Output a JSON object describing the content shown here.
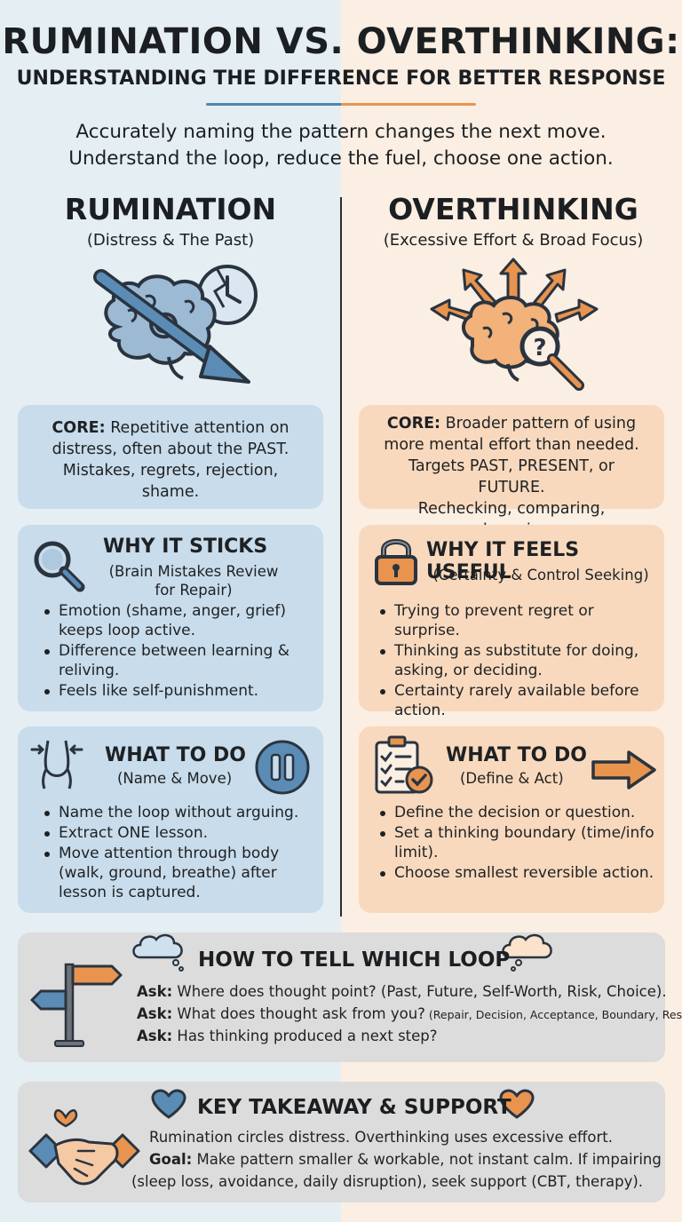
{
  "header": {
    "title": "RUMINATION VS. OVERTHINKING:",
    "subtitle": "UNDERSTANDING THE DIFFERENCE FOR BETTER RESPONSE",
    "intro_line1": "Accurately naming the pattern changes the next move.",
    "intro_line2": "Understand the loop, reduce the fuel, choose one action."
  },
  "colors": {
    "blue_accent": "#4e86b1",
    "orange_accent": "#e8944f",
    "blue_card": "#c8dceb",
    "orange_card": "#f8d9bd",
    "gray_card": "#dcdcdc"
  },
  "rumination": {
    "heading": "RUMINATION",
    "subheading": "(Distress & The Past)",
    "illustration_icon": "brain-spiral-clock-icon",
    "core_label": "CORE:",
    "core_text_1": " Repetitive attention on",
    "core_text_2": "distress, often about the PAST.",
    "core_text_3": "Mistakes, regrets, rejection, shame.",
    "why_icon": "magnifier-icon",
    "why_title": "WHY IT STICKS",
    "why_sub_1": "(Brain Mistakes Review",
    "why_sub_2": "for Repair)",
    "why_items": [
      "Emotion (shame, anger, grief) keeps loop active.",
      "Difference between learning & reliving.",
      "Feels like self-punishment."
    ],
    "do_icon": "body-arrows-icon",
    "do_title": "WHAT TO DO",
    "do_sub": "(Name & Move)",
    "do_side_icon": "pause-icon",
    "do_items": [
      "Name the loop without arguing.",
      "Extract ONE lesson.",
      "Move attention through body (walk, ground, breathe) after lesson is captured."
    ]
  },
  "overthinking": {
    "heading": "OVERTHINKING",
    "subheading": "(Excessive Effort & Broad Focus)",
    "illustration_icon": "brain-arrows-question-icon",
    "core_label": "CORE:",
    "core_text_1": " Broader pattern of using",
    "core_text_2": "more mental effort than needed.",
    "core_text_3": "Targets PAST, PRESENT, or FUTURE.",
    "core_text_4": "Rechecking, comparing, rehearsing.",
    "why_icon": "padlock-icon",
    "why_title": "WHY IT FEELS USEFUL",
    "why_sub": "(Certainty & Control Seeking)",
    "why_items": [
      "Trying to prevent regret or surprise.",
      "Thinking as substitute for doing, asking, or deciding.",
      "Certainty rarely available before action."
    ],
    "do_icon": "checklist-icon",
    "do_title": "WHAT TO DO",
    "do_sub": "(Define & Act)",
    "do_side_icon": "arrow-right-icon",
    "do_items": [
      "Define the decision or question.",
      "Set a thinking boundary (time/info limit).",
      "Choose smallest reversible action."
    ]
  },
  "tell": {
    "title": "HOW TO TELL WHICH LOOP",
    "icon": "signpost-icon",
    "cloud_icon": "thought-cloud-icon",
    "ask_label": "Ask:",
    "q1": " Where does thought point? (Past, Future, Self-Worth, Risk, Choice).",
    "q2": " What does thought ask from you?",
    "q2_small": " (Repair, Decision, Acceptance, Boundary, Rest).",
    "q3": " Has thinking produced a next step?"
  },
  "takeaway": {
    "title": "KEY TAKEAWAY & SUPPORT",
    "icon": "handshake-icon",
    "heart_icon": "heart-icon",
    "line1": "Rumination circles distress. Overthinking uses excessive effort.",
    "goal_label": "Goal:",
    "line2": " Make pattern smaller & workable, not instant calm. If impairing",
    "line3": "(sleep loss, avoidance, daily disruption), seek support (CBT, therapy)."
  }
}
